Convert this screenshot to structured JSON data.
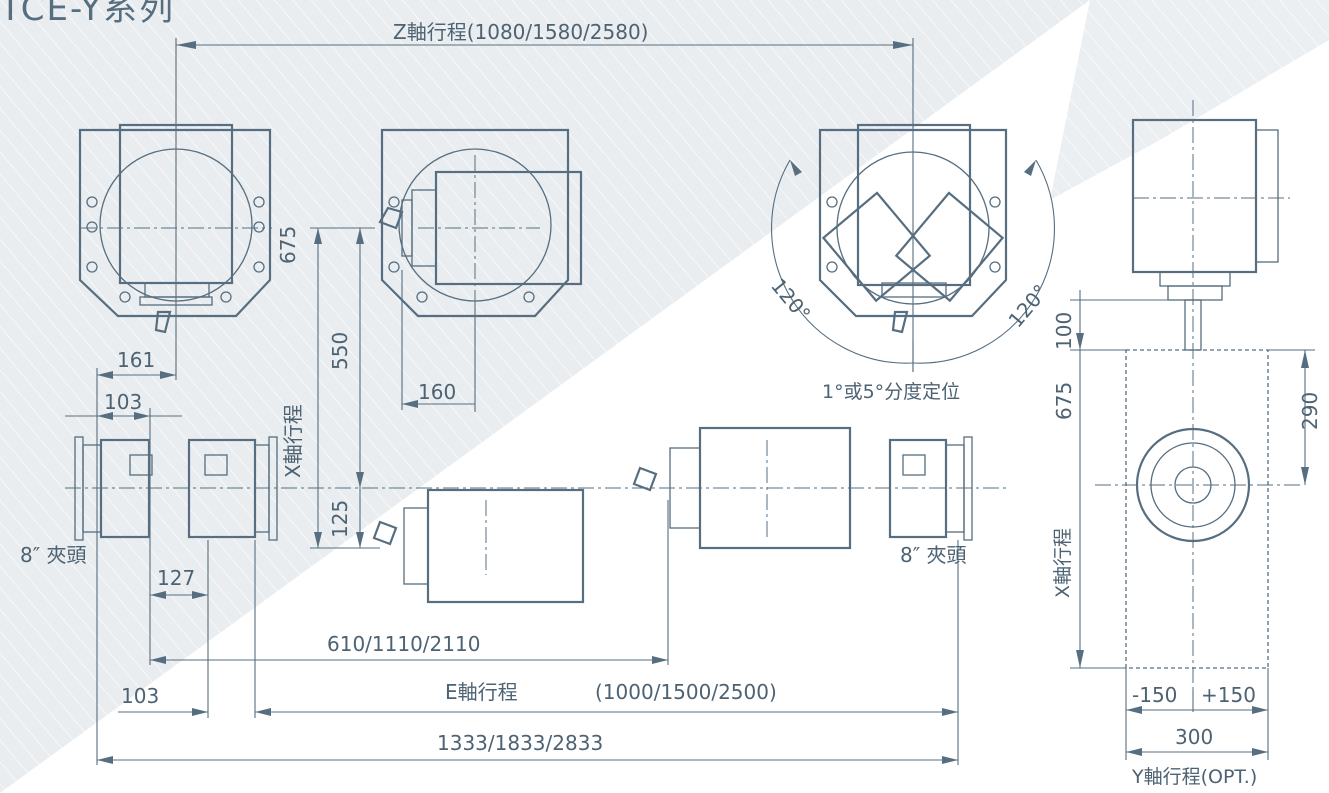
{
  "title": "TCE-Y系列",
  "colors": {
    "background_dark": "#e8ecef",
    "line": "#566e80",
    "text": "#4d6272"
  },
  "labels": {
    "z_stroke": "Z軸行程(1080/1580/2580)",
    "indexing": "1°或5°分度定位",
    "x_stroke": "X軸行程",
    "x_stroke_right": "X軸行程",
    "e_stroke": "E軸行程",
    "e_stroke_values": "(1000/1500/2500)",
    "y_stroke": "Y軸行程(OPT.)",
    "chuck_left": "8″ 夾頭",
    "chuck_right": "8″ 夾頭"
  },
  "dimensions": {
    "d161": "161",
    "d103_top": "103",
    "d160": "160",
    "d675_left": "675",
    "d550": "550",
    "d125": "125",
    "d127": "127",
    "d610": "610/1110/2110",
    "d103_bottom": "103",
    "d1333": "1333/1833/2833",
    "angle_left": "120°",
    "angle_right": "120°",
    "d100": "100",
    "d675_right": "675",
    "d290": "290",
    "dm150": "-150",
    "dp150": "+150",
    "d300": "300"
  }
}
